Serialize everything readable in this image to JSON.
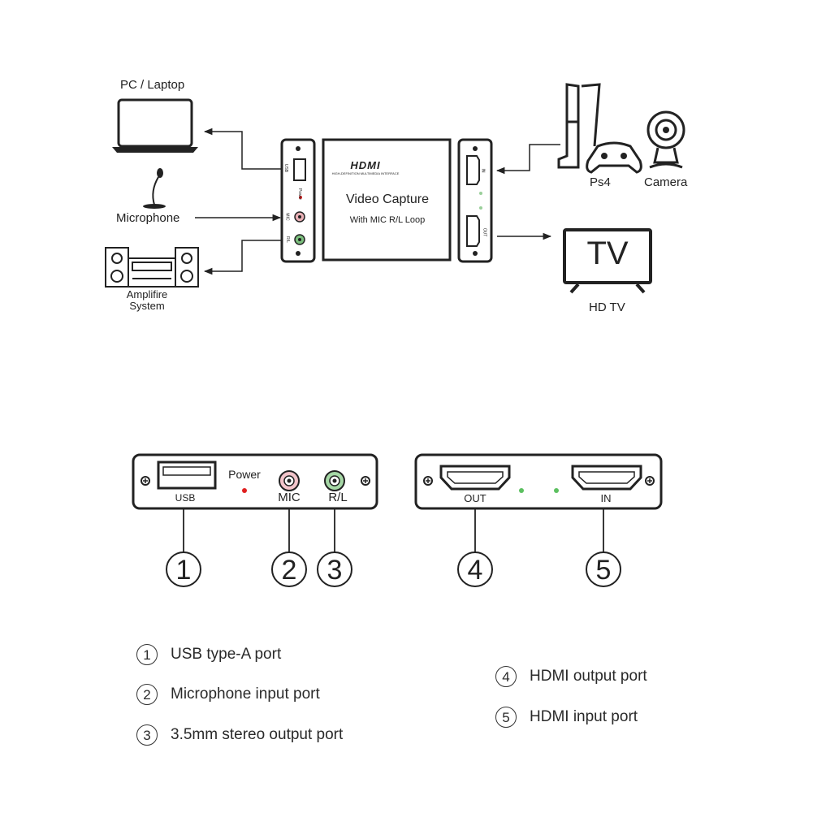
{
  "top_diagram": {
    "pc_label": "PC / Laptop",
    "microphone_label": "Microphone",
    "amplifier_label_line1": "Amplifire",
    "amplifier_label_line2": "System",
    "ps4_label": "Ps4",
    "camera_label": "Camera",
    "tv_screen_text": "TV",
    "tv_label": "HD TV",
    "device": {
      "brand": "HDMI",
      "brand_sub": "HIGH-DEFINITION MULTIMEDIA INTERFACE",
      "title": "Video Capture",
      "subtitle": "With MIC R/L Loop",
      "left_port_usb": "USB",
      "left_port_power": "Power",
      "left_port_mic": "MIC",
      "left_port_rl": "R/L",
      "right_port_in": "IN",
      "right_port_out": "OUT"
    }
  },
  "panels": {
    "left": {
      "usb_label": "USB",
      "power_label": "Power",
      "mic_label": "MIC",
      "rl_label": "R/L"
    },
    "right": {
      "out_label": "OUT",
      "in_label": "IN"
    },
    "callouts": [
      "1",
      "2",
      "3",
      "4",
      "5"
    ]
  },
  "legend": [
    {
      "num": "1",
      "text": "USB type-A port"
    },
    {
      "num": "2",
      "text": "Microphone input port"
    },
    {
      "num": "3",
      "text": "3.5mm stereo output port"
    },
    {
      "num": "4",
      "text": "HDMI output port"
    },
    {
      "num": "5",
      "text": "HDMI input port"
    }
  ],
  "colors": {
    "line": "#222222",
    "power_led": "#e02020",
    "mic_jack": "#e8a0a8",
    "rl_jack": "#58b060",
    "led_green": "#5cc060"
  }
}
